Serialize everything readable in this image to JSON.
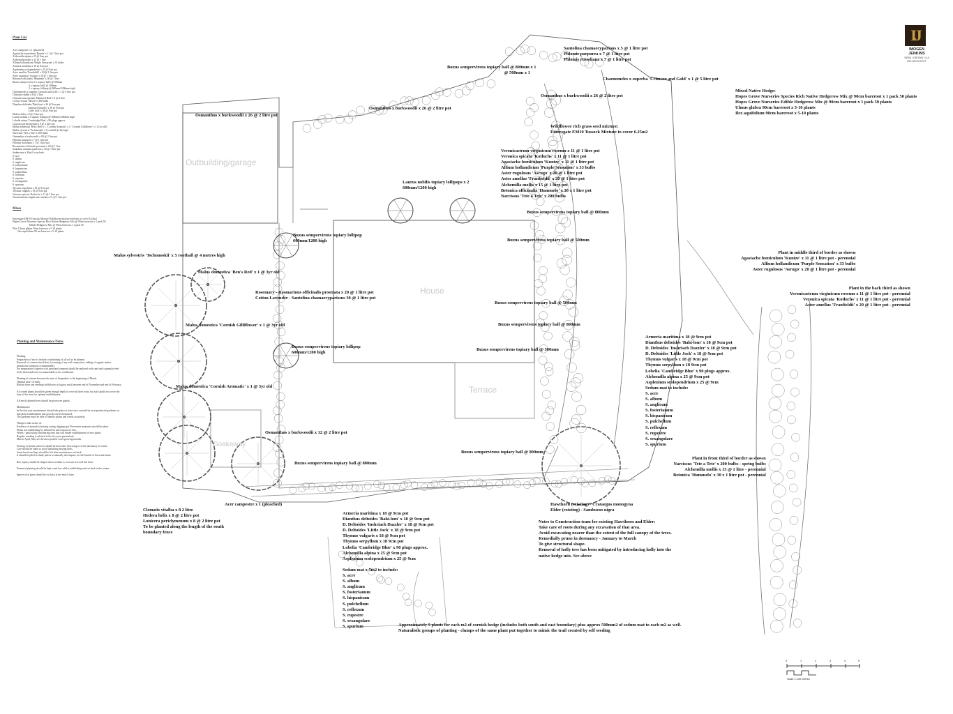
{
  "brand": {
    "monogram": "IJ",
    "name": [
      "IMOGEN",
      "JENKINS"
    ],
    "tagline": [
      "SEEN / GROWN / & A",
      "BIO ARCHITECT"
    ]
  },
  "buildings": {
    "house": "House",
    "garage": "Outbuilding/garage",
    "terrace": "Terrace",
    "soakaway": "Soakaway"
  },
  "plant_list": {
    "title": "Plant List",
    "body": "Acer campestre x 1 (pleached)\nAgastache foeniculum 'Kuntze' x 11 @ 1 litre pot\nAlchemilla alpina x 25 @ 9cm pot\nAlchemilla mollis x 15 @ 1 litre\nAllium hollandicum 'Purple Sensation' x 33 bulbs\nArmeria maritima x 18 @ 9cm pot\nAsplenium scolopendrium x 25 @ 9cm pot\nAster amellus 'Franfieldii' x 20 @ 1 litre pot\nAster rugulosus 'Asrugo' x 20 @ 1 litre pot\nBetonica officinalis 'Hummelo' x 30 @ 1 litre\nBuxus sempervirens 5 x topiary balls @ 800mm\n                         4 x topiary balls @ 500mm\n                         2 x topiary lollipop @ 600mm/1200mm high\nChaenomeles x superba 'Crimson and Gold' x 1 @ 5 litre pot\nClematis vitalba x 8 @ 2 litre\nClematis macropetala 'Maidwell Hall' x 8 @ 2 litre\nCrocus vernus 'Mixed' x 300 bulbs\nDianthus deltoides 'Bahi-lom' x 36 @ 9cm pot\n                        'Inshriach Dazzler' x 36 @ 9cm pot\n                        'Little Jock' x 36 @ 9cm pot\nHedera helix x 8 @ 2 litre pot\nLaurus nobilis 2 x topiary lollipop @ 600mm/1200mm high\nLobelia erinus 'Cambridge Blue' x 90 plugs approx.\nLonicera periclymenum x 8 @ 2 litre pot\nMalus domestica 'Ben's Red' x 1, 'Cornish Aromatic' x 1, 'Cornish Gilliflower' x 1 (3 yr old)\nMalus sylvestris 'Tschonoskii' x 5 rootball @ 4m high\nNarcissus 'Tete a Tete' x 200 bulbs\nOsmanthus x burkwoodii x 90 @ 2 litre pot\nPhlomis purpurea x 7 @ 1 litre pot\nPhlomis russeliana x 7 @ 1 litre pot\nRosmarinus officinalis prostrata x 20 @ 1 litre\nSantolina chamaecyparissus x 36 @ 1 litre pot\nSedum mat x 30m2 to include:\nS. acre\nS. album\nS. anglicum\nS. fosterianum\nS. hispanicum\nS. pulchellum\nS. reflexum\nS. rupestre\nS. sexangulare\nS. spurium\nThymus serpyllum x 18 @ 9cm pot\nThymus vulgaris x 18 @ 9cm pot\nVeronica spicata 'Kotluchs' x 11 @ 1 litre pot\nVeronicastrum virginicum roseum x 11 @ 1 litre pot",
    "mixes_title": "Mixes",
    "mixes_body": "Emorsgate EM10 Tussock Mixture Wildflower mixture seed mix to cover 6.25m2\nHopes Grove Nurseries Species Rich Native Hedgerow Mix @ 90cm bareroot x 1 pack 50\n                          Edible Hedgerow Mix @ 90cm bareroot x 1 pack 50\nPlus: Ulmus glabra 90cm bareroot x 5-10 plants\n        Ilex aquifolium 90 cm bareroot x 5-10 plants"
  },
  "maintenance_notes": {
    "title": "Planting and Maintenance Notes",
    "body": "Planting\nPreparation of site to include conditioning of all soil to be planted.\nRemoval of construction debris, loosening of any soil compaction, adding of organic matter\n(mushroom compost recommended).\nFor preparation of species rich grassland compost should be replaced with sand and a granular feed\n(fish, blood and bone recommended) as the conditioner.\n\nPlanting of scheme between the start of September to the beginning of March.\nOptimal time: October.\nRefrain from any seeding (wildflower rich grass mix) between end of November and end of February.\n\nAll rooted plants should be given enough depth to cover all their roots; but soil should not cover the\nbase of the stem for optimal establishment.\n\nAll newly planted trees should be given tree guards.\n\nMaintenance\nIn the first year maintenance should take place at least once a month by an experienced gardener, so\nthat plant establishment and growth can be monitored.\nThe gardener must be able to identify plants and weeds accurately.\n\nThings to take notice of:\nEvidence of animals (chewing, eating, digging up). Preventive measures should be taken.\nPlants not establishing by themselves and reasons for this.\nWeeds - particularly smothering ones that will hinder establishment of new plants.\nRegular weeding is advised in the first year particularly.\nMarch, April, May are the most prolific weed growing months.\n\nPruning of shrubs and trees should be done after flowering or in the dormancy of winter.\nCare should be taken to avoid disturbing nesting birds.\nSome brush and logs should be left after maintenance out back.\nIt should be piled in shady places to naturally decompose, for the benefit of flora and fauna.\n\nBox topiary should be shaped when weather is overcast to avoid leaf burn.\n\nPerennial planting should be kept weed free whilst establishing and cut back in the winter.\n\nSpecies rich grass should be cut back at the end of June."
  },
  "labels": [
    {
      "id": "santolina-phlomis",
      "text": "Santolina chamaecyparious x 5 @ 1 litre pot\nPhlomis purpurea x 7 @ 1 litre pot\nPhlomis russeliana x 7 @ 1 litre pot"
    },
    {
      "id": "buxus-ball-top",
      "text": "Buxus sempervirens topiary ball @ 800mm x 1\n                                                   @ 500mm x 1"
    },
    {
      "id": "chaenomeles",
      "text": "Chaenomeles x superba 'Crimson and Gold' x 1 @ 5 litre pot"
    },
    {
      "id": "mixed-hedge",
      "text": "Mixed Native Hedge:\nHopes Grove Nurseries Species Rich Native Hedgerow Mix @ 90cm bareroot x 1 pack 50 plants\nHopes Grove Nurseries Edible Hedgerow Mix @ 90cm bareroot x 1 pack 50 plants\nUlmus glabra 90cm bareroot x 5-10 plants\nIlex aquifolium 90cm bareroot x 5-10 plants"
    },
    {
      "id": "osmanthus-right",
      "text": "Osmanthus x burkwoodii x 26 @ 2 litre pot"
    },
    {
      "id": "osmanthus-mid",
      "text": "Osmanthus x burkwoodii x 26 @ 2 litre pot"
    },
    {
      "id": "osmanthus-left",
      "text": "Osmanthus x burkwoodii x 26 @ 2 litre pot"
    },
    {
      "id": "wildflower",
      "text": "Wildflower rich grass seed mixture:\nEmorsgate EM10 Tussock Mixture to cover 6.25m2"
    },
    {
      "id": "border-perennials",
      "text": "Veronicastrum virginicum roseum x 11 @ 1 litre pot\nVeronica spicata 'Kotluchs' x 11 @ 1 litre pot\nAgastache foeniculum 'Kuntze' x 11 @ 1 litre pot\nAllium hollandicum 'Purple Sensation' x 33 bulbs\nAster rugulosus 'Asrugo' x 20 @ 1 litre pot\nAster amellus 'Franfieldii' x 20 @ 1 litre pot\nAlchemilla mollis x 15 @ 1 litre pot\nBetonica officinalis 'Hummelo' x 30 x 1 litre pot\nNarcissus 'Tete a Tete' x 200 bulbs"
    },
    {
      "id": "laurus",
      "text": "Laurus nobilis topiary lollipops x 2\n600mm/1200 high"
    },
    {
      "id": "buxus-800-a",
      "text": "Buxus sempervirens topiary ball @ 800mm"
    },
    {
      "id": "buxus-lollipop-top",
      "text": "Buxus sempervirens topiary lollipop\n600mm/1200 high"
    },
    {
      "id": "buxus-500-a",
      "text": "Buxus sempervirens topiary ball @ 500mm"
    },
    {
      "id": "malus-sylvestris",
      "text": "Malus sylvestris 'Tschonoskii' x 5 rootball @ 4 metres high"
    },
    {
      "id": "malus-bens",
      "text": "Malus domestica 'Ben's Red' x 1 @ 3yr old"
    },
    {
      "id": "rosemary",
      "text": "Rosemary - Rosmarinus officinalis prostrata x 20 @ 1 litre pot\nCotton Lavender - Santolina chamaecyparissus 30 @ 1 litre pot"
    },
    {
      "id": "plant-middle",
      "text": "Plant in middle third of border as shown\nAgastache foeniculum 'Kuntze' x 11 @ 1 litre pot - perennial\nAllium hollandicum 'Purple Sensation' x 33 bulbs\nAster rugulosus 'Asrugo' x 20 @ 1 litre pot - perennial"
    },
    {
      "id": "plant-back",
      "text": "Plant in the back third as shown\nVeronicastrum virginicum roseum x 11 @ 1 litre pot - perennial\nVeronica spicata 'Kotluchs' x 11 @ 1 litre pot - perennial\nAster amellus 'Franfieldii' x 20 @ 1 litre pot - perennial"
    },
    {
      "id": "buxus-500-b",
      "text": "Buxus sempervirens topiary ball @ 500mm"
    },
    {
      "id": "malus-gilliflower",
      "text": "Malus domestica 'Cornish Gilliflower' x 1 @ 3yr old"
    },
    {
      "id": "buxus-800-b",
      "text": "Buxus sempervirens topiary ball @ 800mm"
    },
    {
      "id": "sedum-right",
      "text": "Armeria maritima x 18 @ 9cm pot\nDianthus deltoides 'Bahi-lom' x 18 @ 9cm pot\nD. Deltoides 'Inshriach Dazzler' x 18 @ 9cm pot\nD. Deltoides 'Little Jock' x 18 @ 9cm pot\nThymus vulgaris x 18 @ 9cm pot\nThymus serpyllum x 18 9cm pot\nLobelia 'Cambridge Blue' x 90 plugs approx.\nAlchemilla alpina x 25 @ 9cm pot\nAsplenium scolopendrium x 25 @ 9cm\nSedum mat to include:\nS. acre\nS. album\nS. anglicum\nS. fosterianum\nS. hispanicum\nS. pulchellum\nS. reflexum\nS. rupestre\nS. sexangulare\nS. spurium"
    },
    {
      "id": "buxus-lollipop-low",
      "text": "Buxus sempervirens topiary lollipop\n600mm/1200 high"
    },
    {
      "id": "buxus-500-c",
      "text": "Buxus sempervirens topiary ball @ 500mm"
    },
    {
      "id": "malus-cornish",
      "text": "Malus domestica 'Cornish Aromatic' x 1 @ 3yr old"
    },
    {
      "id": "osmanthus-low",
      "text": "Osmanthus x burkwoodii x 12 @ 2 litre pot"
    },
    {
      "id": "buxus-800-c",
      "text": "Buxus sempervirens topiary ball @ 800mm"
    },
    {
      "id": "buxus-800-d",
      "text": "Buxus sempervirens topiary ball @ 800mm"
    },
    {
      "id": "plant-front",
      "text": "Plant in front third of border as shown\nNarcissus 'Tete a Tete' x 200 bulbs - spring bulbs\nAlchemilla mollis x 15 @ 1 litre - perennial\nBetonica 'Hummelo' x 30 x 1 litre pot - perennial"
    },
    {
      "id": "acer",
      "text": "Acer campestre x 1 (pleached)"
    },
    {
      "id": "hawthorn",
      "text": "Hawthorn (existing) - Crataegus monogyna\nElder (existing) - Sambucus nigra"
    },
    {
      "id": "climbers",
      "text": "Clematis vitalba x 8 2 litre\nHedera helix x 8 @ 2 litre pot\nLonicera periclymenum x 8 @ 2 litre pot\nTo be planted along the length of the south\nboundary fence"
    },
    {
      "id": "sedum-bottom",
      "text": "Armeria maritima x 18 @ 9cm pot\nDianthus deltoides 'Bahi-lom' x 18 @ 9cm pot\nD. Deltoides 'Inshriach Dazzler' x 18 @ 9cm pot\nD. Deltoides 'Little Jock' x 18 @ 9cm pot\nThymus vulgaris x 18 @ 9cm pot\nThymus serpyllum x 18 9cm pot\nLobelia 'Cambridge Blue' x 90 plugs approx.\nAlchemilla alpina x 25 @ 9cm pot\nAsplenium scolopendrium x 25 @ 9cm\n\nSedum mat x 5m2 to include:\nS. acre\nS. album\nS. anglicum\nS. fosterianum\nS. hispanicum\nS. pulchellum\nS. reflexum\nS. rupestre\nS. sexangulare\nS. spurium"
    },
    {
      "id": "construction-notes",
      "text": "Notes to Construction team for existing Hawthorn and Elder:\nTake care of roots during any excavation of that area.\nAvoid excavating nearer than the extent of the full canopy of the trees.\nRemedially prune in dormancy - January to March\nTo give structural shape.\nRemoval of holly tree has been mitigated by introducing holly into the\nnative hedge mix. See above"
    },
    {
      "id": "approx-note",
      "text": "Approximately 9 plants for each m2 of cornish hedge (includes both south and east boundary) plus approx 500mm2 of sedum mat to each m2 as well.\nNaturalistic groups of planting - clumps of the same plant put together to mimic the trail created by self seeding"
    }
  ],
  "scale": {
    "text": "Scale 1:100 metres",
    "ticks": [
      "0",
      "1",
      "2",
      "3",
      "4",
      "5"
    ]
  }
}
